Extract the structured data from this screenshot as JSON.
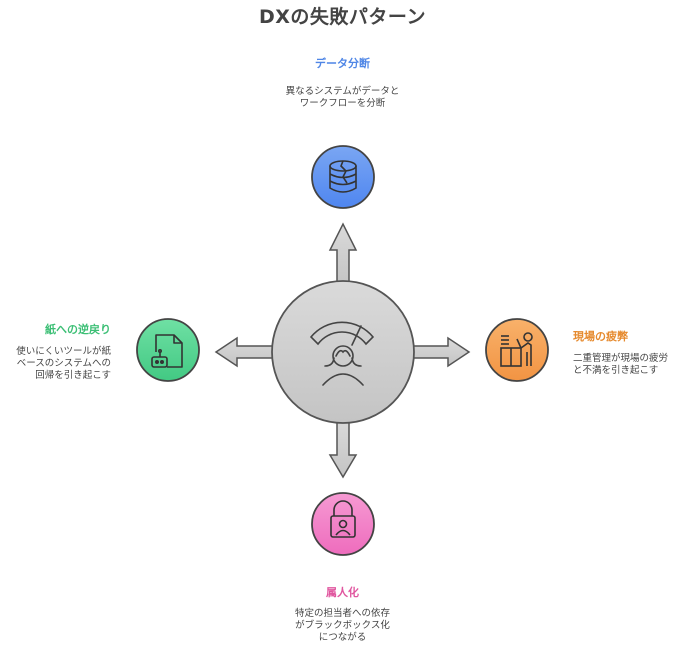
{
  "title": "DXの失敗パターン",
  "colors": {
    "blue": "#5b8ff0",
    "green": "#4cd08c",
    "orange": "#f4a052",
    "pink": "#f07ac4",
    "center": "#cccccc",
    "blue_text": "#4f86e6",
    "green_text": "#3cbf75",
    "orange_text": "#e68a2e",
    "pink_text": "#e0569f"
  },
  "center": {
    "icon": "fatigue-meter-person-icon"
  },
  "nodes": {
    "top": {
      "label": "データ分断",
      "desc": "異なるシステムがデータと\nワークフローを分断",
      "icon": "broken-database-icon"
    },
    "left": {
      "label": "紙への逆戻り",
      "desc": "使いにくいツールが紙\nベースのシステムへの\n回帰を引き起こす",
      "icon": "document-robot-icon"
    },
    "right": {
      "label": "現場の疲弊",
      "desc": "二重管理が現場の疲労\nと不満を引き起こす",
      "icon": "worker-at-desk-icon"
    },
    "bottom": {
      "label": "属人化",
      "desc": "特定の担当者への依存\nがブラックボックス化\nにつながる",
      "icon": "locked-person-icon"
    }
  }
}
